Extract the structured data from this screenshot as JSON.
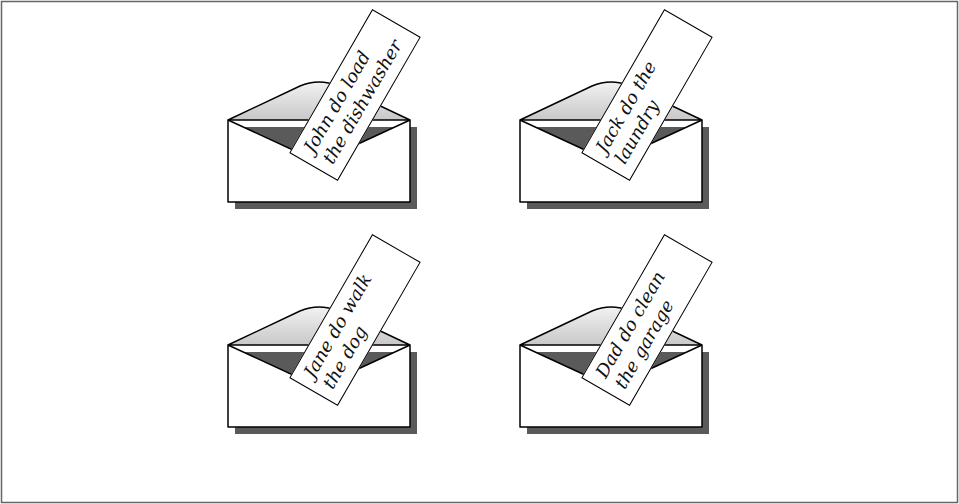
{
  "diagram": {
    "nodes": [
      {
        "text": [
          "John do load the dishwasher"
        ]
      },
      {
        "text": [
          "Jack do the laundry"
        ]
      },
      {
        "text": [
          "Jane do walk the dog"
        ]
      },
      {
        "text": [
          "Dad do clean the garage"
        ]
      }
    ]
  }
}
